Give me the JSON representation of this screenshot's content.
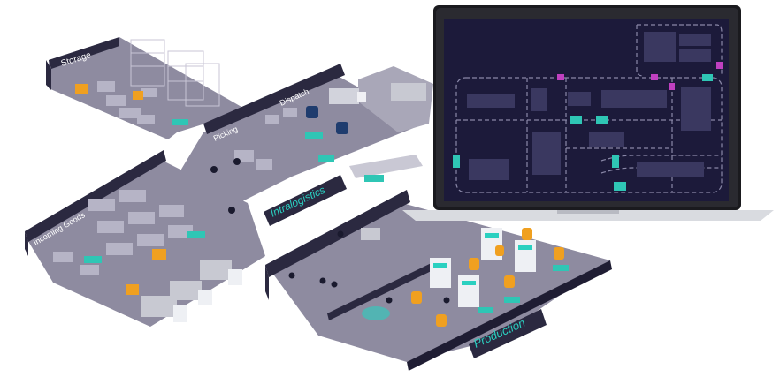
{
  "zones": {
    "storage": "Storage",
    "picking": "Picking",
    "dispatch": "Dispatch",
    "incoming_goods": "Incoming Goods",
    "intralogistics": "Intralogistics",
    "production": "Production"
  },
  "colors": {
    "floor": "#8e8ba0",
    "floor_dark": "#6f6c82",
    "wall": "#2b2940",
    "wall_light": "#3a3852",
    "accent_teal": "#2ad0c0",
    "accent_orange": "#f0a020",
    "screen_bg": "#1c1a3a",
    "screen_route": "#8a88a8",
    "screen_block": "#3a3860",
    "laptop_frame": "#d9dbe0",
    "agv_teal": "#2fc6b5",
    "agv_magenta": "#c040c0"
  },
  "icons": [
    "laptop-icon",
    "robot-arm-icon",
    "truck-icon",
    "agv-icon",
    "worker-icon",
    "rack-icon"
  ]
}
